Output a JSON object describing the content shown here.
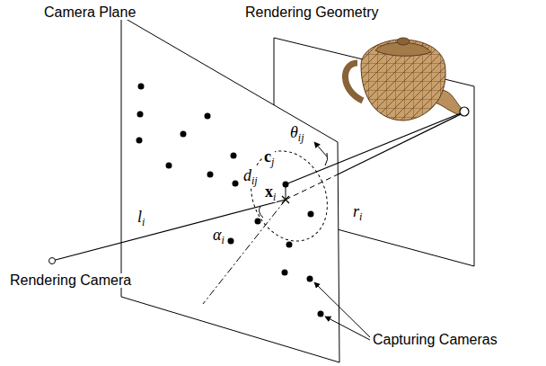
{
  "diagram": {
    "labels": [
      "Camera Plane",
      "Rendering Geometry",
      "θij",
      "cj",
      "dij",
      "xi",
      "ri",
      "li",
      "αi",
      "Rendering Camera",
      "Capturing Cameras"
    ]
  }
}
